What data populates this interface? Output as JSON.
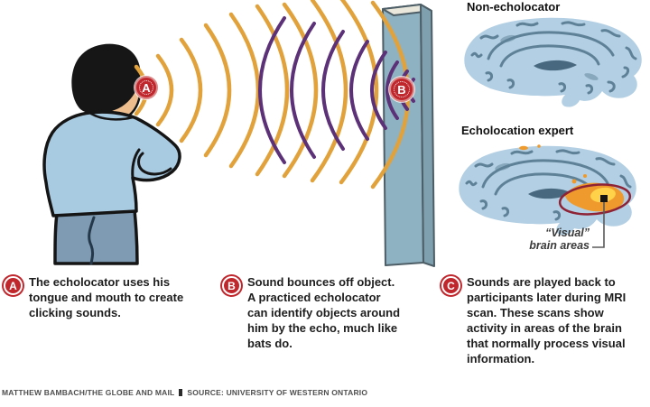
{
  "scene": {
    "marker_a": "A",
    "marker_b": "B"
  },
  "brains": {
    "non_echolocator": {
      "label": "Non-echolocator"
    },
    "expert": {
      "label": "Echolocation expert",
      "annotation_line1": "“Visual”",
      "annotation_line2": "brain areas"
    }
  },
  "captions": [
    {
      "badge": "A",
      "text": "The echolocator uses his\ntongue and mouth to create\nclicking sounds."
    },
    {
      "badge": "B",
      "text": "Sound bounces off object.\nA practiced echolocator\ncan identify objects around\nhim by the echo, much like\nbats do."
    },
    {
      "badge": "C",
      "text": "Sounds are played back to\nparticipants later during MRI\nscan. These scans show\nactivity in areas of the brain\nthat normally process visual\ninformation."
    }
  ],
  "credit": {
    "byline": "MATTHEW BAMBACH/THE GLOBE AND MAIL",
    "source": "SOURCE: UNIVERSITY OF WESTERN ONTARIO"
  },
  "colors": {
    "wave_outgoing": "#e2a23b",
    "wave_echo": "#5c3178",
    "badge_red": "#c0272d",
    "board_front": "#8fb2c2",
    "board_side": "#7fa0af",
    "shirt": "#a9cbe2",
    "pants": "#7e9bb3",
    "skin": "#edbd8d",
    "brain_base": "#b3cfe3",
    "brain_pattern": "#5e8197",
    "activation_orange": "#ef9a2c",
    "activation_yellow": "#ffd24a",
    "highlight_ring": "#8e2336"
  }
}
